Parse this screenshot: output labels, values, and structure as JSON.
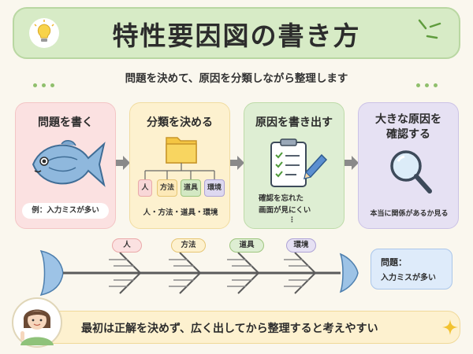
{
  "header": {
    "title": "特性要因図の書き方",
    "subtitle": "問題を決めて、原因を分類しながら整理します"
  },
  "steps": [
    {
      "title": "問題を書く",
      "note": "例：入力ミスが多い"
    },
    {
      "title": "分類を決める",
      "categories": [
        "人",
        "方法",
        "道具",
        "環境"
      ],
      "caption": "人・方法・道具・環境"
    },
    {
      "title": "原因を書き出す",
      "note_lines": [
        "確認を忘れた",
        "画面が見にくい"
      ],
      "more": "⋮"
    },
    {
      "title_lines": [
        "大きな原因を",
        "確認する"
      ],
      "caption": "本当に関係があるか見る"
    }
  ],
  "fishbone": {
    "categories": [
      "人",
      "方法",
      "道具",
      "環境"
    ],
    "problem_label": "問題：",
    "problem_value": "入力ミスが多い"
  },
  "tip": {
    "text": "最初は正解を決めず、広く出してから整理すると考えやすい"
  },
  "colors": {
    "banner": "#d7ebc6",
    "pink": "#fbe1e1",
    "yellow": "#fdf1cf",
    "green": "#deeed3",
    "purple": "#e6e1f3",
    "blue": "#deebfa",
    "arrow": "#8a8a8a"
  },
  "icons": [
    "lightbulb-icon",
    "fish-icon",
    "folder-icon",
    "clipboard-checklist-icon",
    "pen-icon",
    "magnifier-icon",
    "arrow-right-icon",
    "sparkle-icon",
    "person-avatar-icon"
  ]
}
